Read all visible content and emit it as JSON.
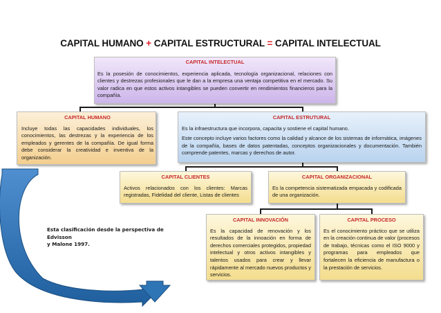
{
  "title": {
    "part1": "CAPITAL HUMANO",
    "op1": "+",
    "part2": "CAPITAL ESTRUCTURAL",
    "op2": "=",
    "part3": "CAPITAL INTELECTUAL"
  },
  "intelectual": {
    "title": "CAPITAL INTELECTUAL",
    "text": "Es la posesión de conocimientos, experiencia aplicada, tecnología organizacional, relaciones con clientes y destrezas profesionales que le dan a la empresa una ventaja competitiva en el mercado. Su valor radica en que estos activos intangibles se pueden convertir en rendimientos financieros para la compañía."
  },
  "humano": {
    "title": "CAPITAL HUMANO",
    "text": "Incluye todas las capacidades individuales, los conocimientos, las destrezas y la experiencia de los empleados y gerentes de la compañía. De igual forma debe considerar la creatividad e inventiva de la organización."
  },
  "estructural": {
    "title": "CAPITAL ESTRUTURAL",
    "text1": "Es la infraestructura que incorpora, capacita y sostiene el capital humano.",
    "text2": "Este concepto incluye varios factores como la calidad y alcance de los sistemas de informática, imágenes de la compañía, bases de datos patentadas, conceptos organizacionales y documentación. También comprende patentes, marcas y derechos de autor."
  },
  "clientes": {
    "title": "CAPITAL CLIENTES",
    "text": "Activos relacionados con los clientes: Marcas registradas, Fidelidad del cliente, Listas de clientes"
  },
  "organizacional": {
    "title": "CAPITAL ORGANIZACIONAL",
    "text": "Es la competencia sistematizada empacada y codificada de una organización."
  },
  "innovacion": {
    "title": "CAPITAL INNOVACIÓN",
    "text": "Es la capacidad de renovación y los resultados de la innoación en forma de derechos comerciales protegidos, propiedad intelectual y otros activos intangibles y talentos usados para crear y llevar rápidamente al mercado nuevos productos y servicios."
  },
  "proceso": {
    "title": "CAPITAL PROCESO",
    "text": "Es el conocimiento práctico que se utiliza en la creación continua de valor (procesos de trabajo, técnicas como el ISO 9000 y programas para empleados que fortalecen la eficiencia de manufactura o la prestación de servicios."
  },
  "note": {
    "line1": "Esta clasificación desde la perspectiva de Edvisson",
    "line2": "y Malone 1997."
  },
  "colors": {
    "heading_red": "#c62828",
    "connector": "#1a1a1a",
    "arrow_blue": "#2e75b6"
  }
}
